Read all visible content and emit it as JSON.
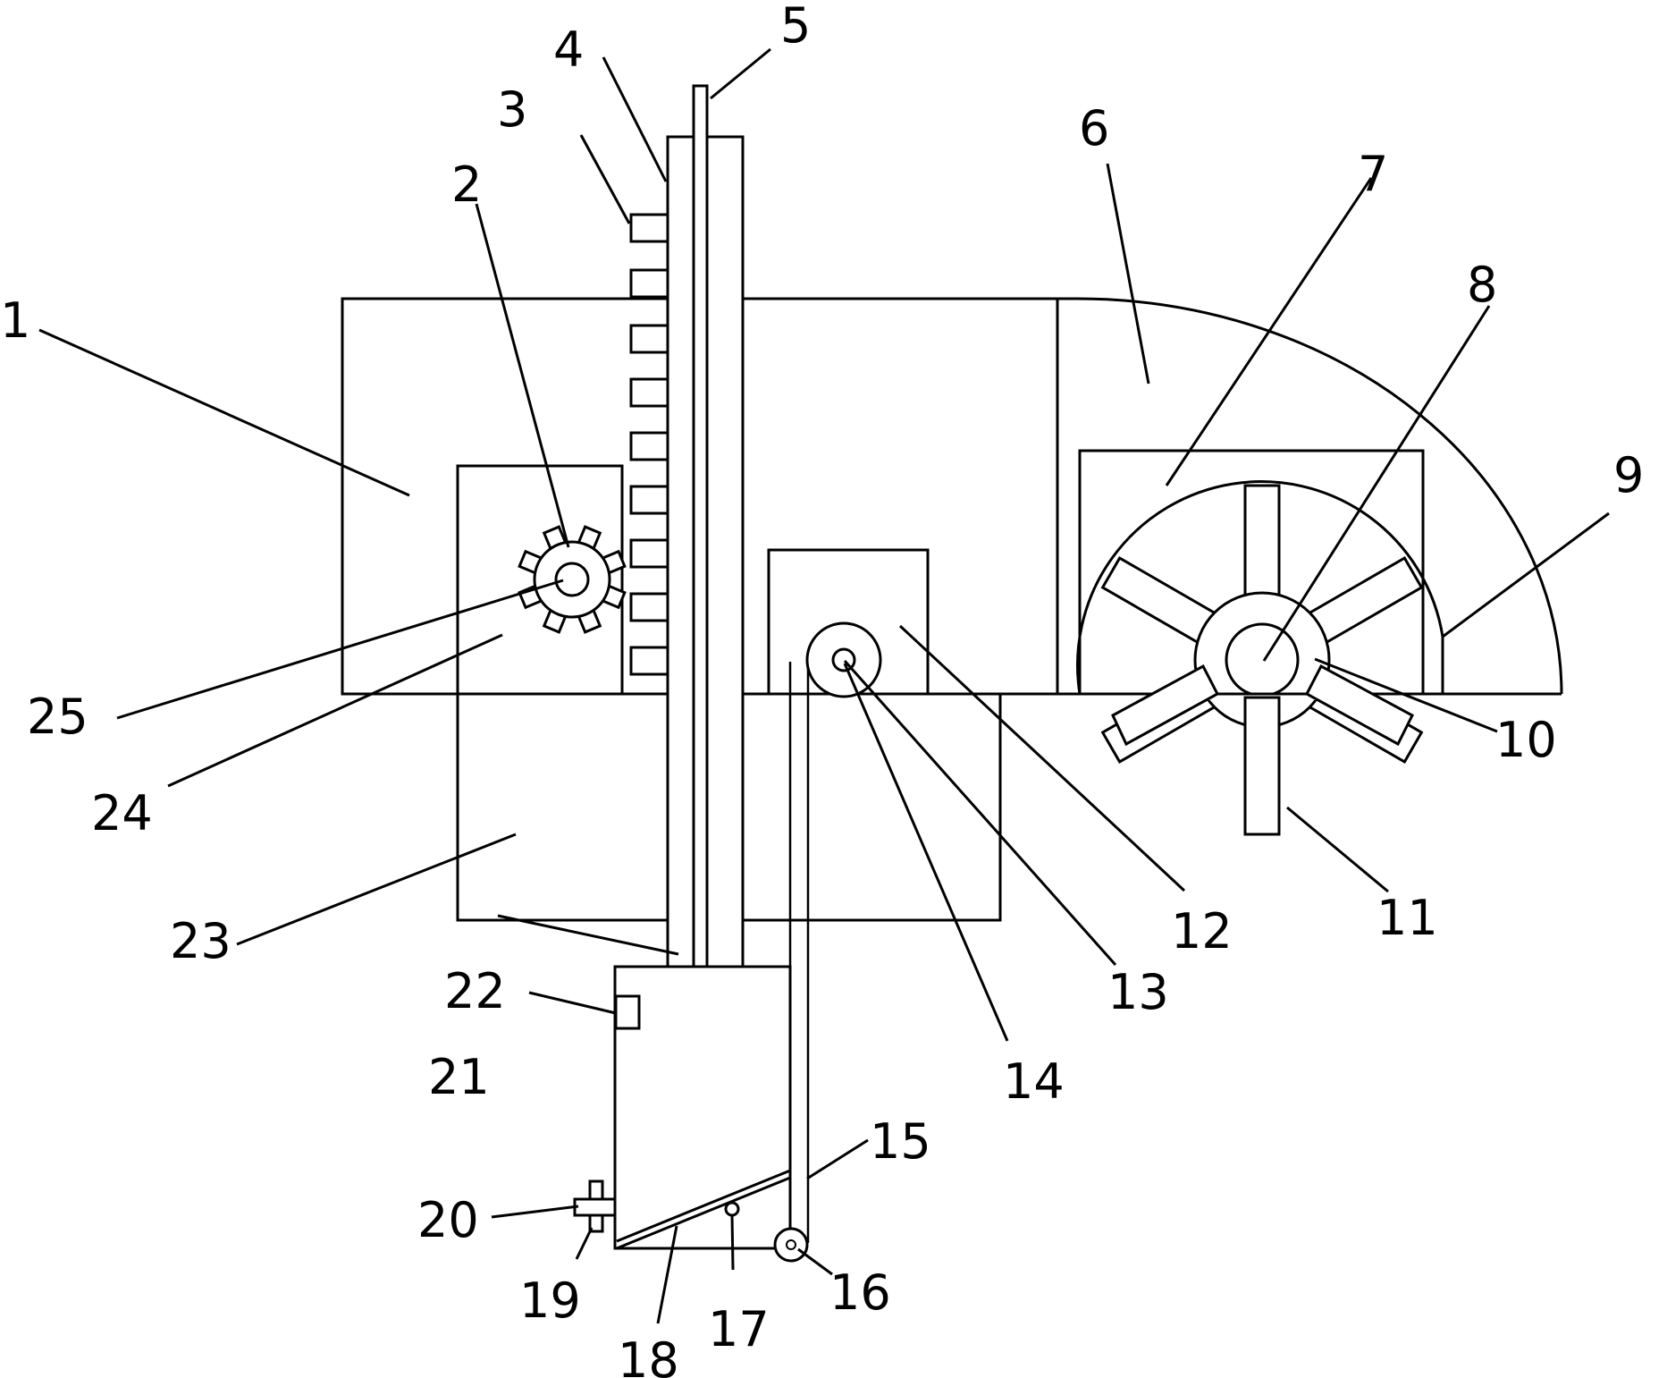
{
  "labels": {
    "n1": "1",
    "n2": "2",
    "n3": "3",
    "n4": "4",
    "n5": "5",
    "n6": "6",
    "n7": "7",
    "n8": "8",
    "n9": "9",
    "n10": "10",
    "n11": "11",
    "n12": "12",
    "n13": "13",
    "n14": "14",
    "n15": "15",
    "n16": "16",
    "n17": "17",
    "n18": "18",
    "n19": "19",
    "n20": "20",
    "n21": "21",
    "n22": "22",
    "n23": "23",
    "n24": "24",
    "n25": "25"
  },
  "colors": {
    "line": "#000000",
    "background": "#ffffff"
  }
}
